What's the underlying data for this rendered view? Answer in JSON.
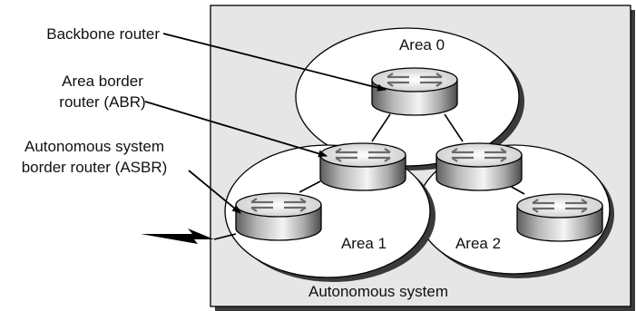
{
  "labels": {
    "backbone_router": "Backbone router",
    "abr_line1": "Area border",
    "abr_line2": "router (ABR)",
    "asbr_line1": "Autonomous system",
    "asbr_line2": "border router (ASBR)",
    "area0": "Area 0",
    "area1": "Area 1",
    "area2": "Area 2",
    "autonomous_system": "Autonomous system"
  },
  "colors": {
    "as_fill": "#e6e6e6",
    "area_fill": "#ffffff",
    "shadow": "#3a3a3a",
    "stroke": "#000000"
  },
  "routers": [
    {
      "name": "backbone-router"
    },
    {
      "name": "abr-left"
    },
    {
      "name": "abr-right"
    },
    {
      "name": "asbr"
    },
    {
      "name": "area2-router"
    }
  ]
}
